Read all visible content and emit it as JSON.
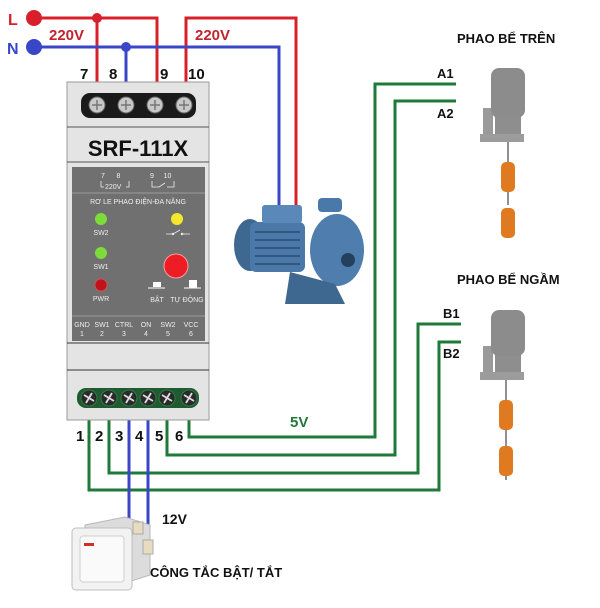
{
  "power": {
    "line_label": "L",
    "neutral_label": "N",
    "voltage_left": "220V",
    "voltage_right": "220V"
  },
  "relay": {
    "model": "SRF-111X",
    "top_terminals": [
      "7",
      "8",
      "9",
      "10"
    ],
    "panel_top_left": "7      8",
    "panel_top_left_sub": "220V",
    "panel_top_right": "9     10",
    "subtitle": "RƠ LE PHAO ĐIỆN-ĐA NĂNG",
    "leds": [
      {
        "label": "SW2",
        "color": "#7ddc3a"
      },
      {
        "label": "SW1",
        "color": "#7ddc3a"
      },
      {
        "label": "PWR",
        "color": "#c0141c"
      },
      {
        "label": "",
        "color": "#f5e82a"
      }
    ],
    "button_labels": [
      "BẬT",
      "TỰ ĐỘNG"
    ],
    "bottom_pins": [
      {
        "name": "GND",
        "num": "1"
      },
      {
        "name": "SW1",
        "num": "2"
      },
      {
        "name": "CTRL",
        "num": "3"
      },
      {
        "name": "ON",
        "num": "4"
      },
      {
        "name": "SW2",
        "num": "5"
      },
      {
        "name": "VCC",
        "num": "6"
      }
    ],
    "bottom_terminals": [
      "1",
      "2",
      "3",
      "4",
      "5",
      "6"
    ]
  },
  "labels": {
    "five_volt": "5V",
    "twelve_volt": "12V",
    "a1": "A1",
    "a2": "A2",
    "b1": "B1",
    "b2": "B2",
    "upper_float": "PHAO BỂ TRÊN",
    "lower_float": "PHAO BỂ NGẦM",
    "switch": "CÔNG TẮC BẬT/ TẮT"
  },
  "colors": {
    "live": "#d8202a",
    "neutral": "#3a46c8",
    "signal": "#1f7a3a",
    "relay_body": "#e4e4e4",
    "panel": "#707070"
  }
}
